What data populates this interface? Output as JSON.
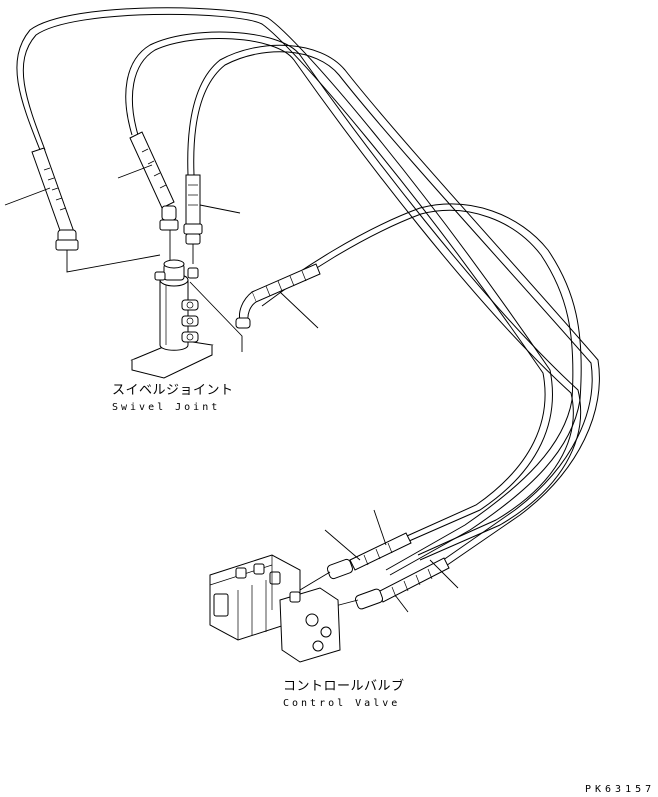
{
  "labels": {
    "swivel_joint_jp": "スイベルジョイント",
    "swivel_joint_en": "Swivel Joint",
    "control_valve_jp": "コントロールバルブ",
    "control_valve_en": "Control Valve",
    "part_code": "PK63157"
  }
}
